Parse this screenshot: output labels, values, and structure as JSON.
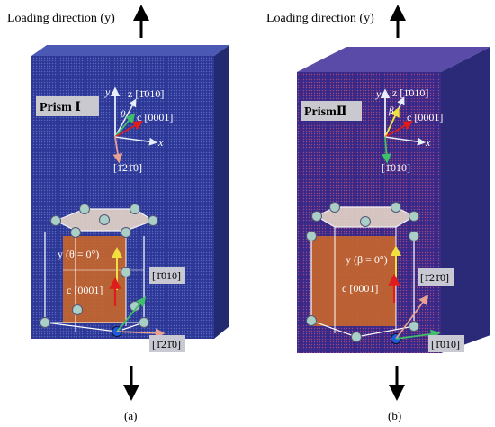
{
  "panels": [
    {
      "id": "a",
      "loading_label": "Loading direction (y)",
      "prism_label": "Prism Ⅰ",
      "axes": {
        "y": "y",
        "z_dir": "z [1̄010]",
        "angle": "θ",
        "c_dir": "c [0001]",
        "x": "x",
        "lower_dir": "[1̄21̄0]"
      },
      "inset": {
        "angle_eq": "y (θ = 0°)",
        "c_dir": "c [0001]",
        "right_dir": "[1̄010]",
        "bottom_dir": "[1̄21̄0]"
      },
      "caption": "(a)"
    },
    {
      "id": "b",
      "loading_label": "Loading direction (y)",
      "prism_label": "PrismⅡ",
      "axes": {
        "y": "y",
        "z_dir": "z [1̄010]",
        "angle": "β",
        "c_dir": "c [0001]",
        "x": "x",
        "lower_dir": "[1̄010]"
      },
      "inset": {
        "angle_eq": "y (β = 0°)",
        "c_dir": "c [0001]",
        "right_dir": "[1̄21̄0]",
        "bottom_dir": "[1̄010]"
      },
      "caption": "(b)"
    }
  ],
  "colors": {
    "prism_a": "#2a3592",
    "prism_b": "#3a2c8a",
    "hcp_face": "#c8662a",
    "atom": "#a9cfc7",
    "atom_blue": "#1f5bd8",
    "c_arrow": "#e01b1b",
    "y_arrow": "#f0e040"
  }
}
